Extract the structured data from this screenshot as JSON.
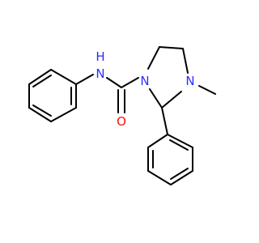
{
  "molecule": {
    "atoms": {
      "n_amide_N": "N",
      "n_amide_H": "H",
      "carbonyl_O": "O",
      "ring_N1": "N",
      "ring_N3": "N"
    },
    "colors": {
      "nitrogen": "#2d2dff",
      "oxygen": "#ff0d0d",
      "bond": "#000000"
    }
  }
}
